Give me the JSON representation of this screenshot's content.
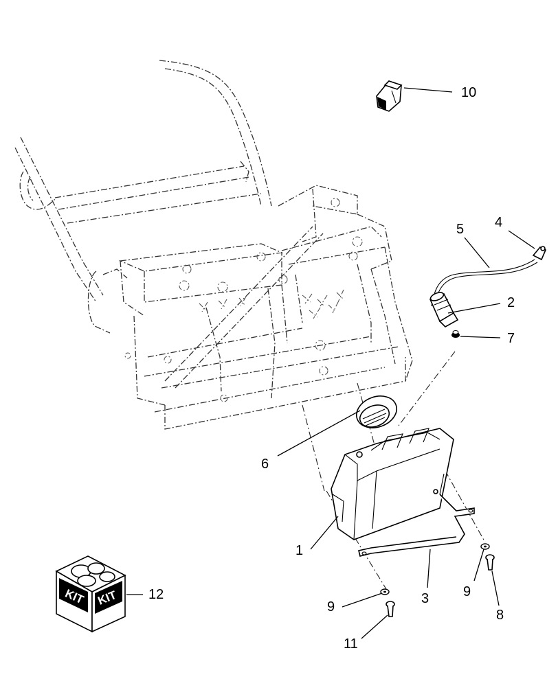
{
  "diagram": {
    "callouts": {
      "c1": "1",
      "c2": "2",
      "c3": "3",
      "c4": "4",
      "c5": "5",
      "c6": "6",
      "c7": "7",
      "c8": "8",
      "c9a": "9",
      "c9b": "9",
      "c10": "10",
      "c11": "11",
      "c12": "12"
    },
    "kit_box": {
      "label_left": "KIT",
      "label_right": "KIT"
    }
  }
}
